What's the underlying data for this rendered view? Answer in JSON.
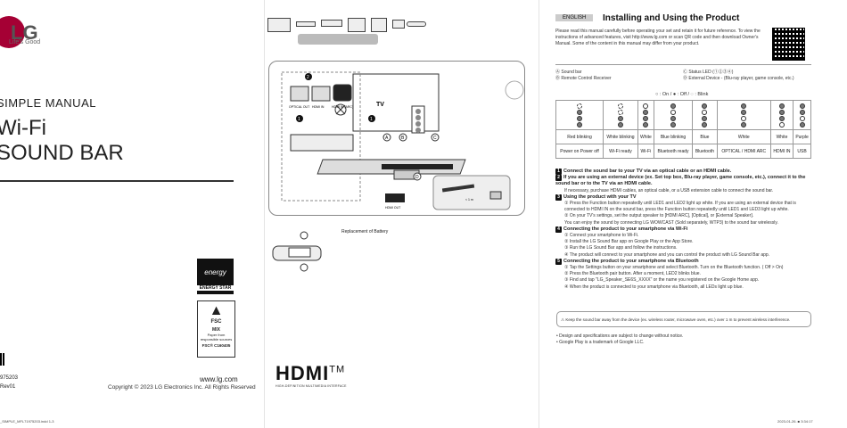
{
  "cover": {
    "brand": "LG",
    "tagline": "Life's Good",
    "manual_label": "SIMPLE MANUAL",
    "title_line1": "Wi-Fi",
    "title_line2": "SOUND BAR",
    "energy_star": "ENERGY STAR",
    "fsc_lines": [
      "FSC",
      "MIX",
      "Paper from responsible sources",
      "FSC® C160405"
    ],
    "website": "www.lg.com",
    "copyright": "Copyright © 2023 LG Electronics Inc. All Rights Reserved",
    "part_number": "975203",
    "revision": "Rev01",
    "file_footer": "_SIMPLE_MFL71975203.indd   1-3",
    "date_footer": "2023-01-26.   ■ 3:34:17"
  },
  "middle": {
    "diagram": {
      "tv_label": "TV",
      "step1": "1",
      "step2": "2",
      "optical_out": "OPTICAL OUT",
      "hdmi_in": "HDMI IN",
      "hdmi_in_arc": "HDMI IN (ARC)",
      "hdmi_out": "HDMI OUT",
      "distance": "< 1 m",
      "label_a": "A",
      "label_b": "B",
      "label_c": "C",
      "label_d": "D"
    },
    "battery_caption": "Replacement of Battery",
    "hdmi_logo": "HDMI",
    "hdmi_tm": "TM",
    "hdmi_sub": "HIGH-DEFINITION MULTIMEDIA INTERFACE"
  },
  "right": {
    "language": "ENGLISH",
    "title": "Installing and Using the Product",
    "intro": "Please read this manual carefully before operating your set and retain it for future reference. To view the instructions of advanced features, visit http://www.lg.com or scan QR code and then download Owner's Manual. Some of the content in this manual may differ from your product.",
    "parts": [
      {
        "key": "A",
        "text": "Sound bar"
      },
      {
        "key": "B",
        "text": "Remote Control Receiver"
      },
      {
        "key": "C",
        "text": "Status LED (①②③④)"
      },
      {
        "key": "D",
        "text": "External Device - (Blu-ray player, game console, etc.)"
      }
    ],
    "led_legend": "○ : On /  ● : Off /  ◌ : Blink",
    "led_states": [
      [
        "blink",
        "off",
        "off",
        "off"
      ],
      [
        "blink",
        "blink",
        "off",
        "off"
      ],
      [
        "on",
        "off",
        "off",
        "off"
      ],
      [
        "off",
        "on",
        "off",
        "off"
      ],
      [
        "off",
        "on",
        "off",
        "off"
      ],
      [
        "off",
        "off",
        "on",
        "off"
      ],
      [
        "off",
        "off",
        "off",
        "on"
      ],
      [
        "off",
        "off",
        "on",
        "off"
      ]
    ],
    "led_colors": [
      "Red blinking",
      "White blinking",
      "White",
      "Blue blinking",
      "Blue",
      "White",
      "White",
      "Purple"
    ],
    "led_meanings": [
      "Power on Power off",
      "Wi-Fi ready",
      "Wi-Fi",
      "Bluetooth ready",
      "Bluetooth",
      "OPTICAL / HDMI ARC",
      "HDMI IN",
      "USB"
    ],
    "steps": [
      {
        "num": "1",
        "text": "Connect the sound bar to your TV via an optical cable or an HDMI cable.",
        "subs": []
      },
      {
        "num": "2",
        "text": "If you are using an external device (ex. Set top box, Blu-ray player, game console, etc.), connect it to the sound bar or to the TV via an HDMI cable.",
        "subs": [
          "If necessary, purchase HDMI cables, an optical cable, or a USB extension cable to connect the sound bar."
        ]
      },
      {
        "num": "3",
        "text": "Using the product with your TV",
        "subs": [
          "① Press the Function button repeatedly until LED1 and LED2 light up white. If you are using an external device that is connected to HDMI IN on the sound bar, press the Function button repeatedly until LED1 and LED3 light up white.",
          "② On your TV's settings, set the output speaker to [HDMI ARC], [Optical], or [External Speaker].",
          "You can enjoy the sound by connecting LG WOWCAST (Sold separately, WTP3) to the sound bar wirelessly."
        ]
      },
      {
        "num": "4",
        "text": "Connecting the product to your smartphone via Wi-Fi",
        "subs": [
          "① Connect your smartphone to Wi-Fi.",
          "② Install the LG Sound Bar app on Google Play or the App Store.",
          "③ Run the LG Sound Bar app and follow the instructions.",
          "④ The product will connect to your smartphone and you can control the product with LG Sound Bar app."
        ]
      },
      {
        "num": "5",
        "text": "Connecting the product to your smartphone via Bluetooth",
        "subs": [
          "① Tap the Settings button on your smartphone and select Bluetooth. Turn on the Bluetooth function. ( Off > On)",
          "② Press the Bluetooth pair button. After a moment, LED2 blinks blue.",
          "③ Find and tap \"LG_Speaker_SE6S_XXXX\" or the name you registered on the Google Home app.",
          "④ When the product is connected to your smartphone via Bluetooth, all LEDs light up blue."
        ]
      }
    ],
    "warning": "Keep the sound bar away from the device (ex. wireless router, microwave oven, etc.) over 1 m to prevent wireless interference.",
    "notes": [
      "• Design and specifications are subject to change without notice.",
      "• Google Play is a trademark of Google LLC."
    ]
  }
}
